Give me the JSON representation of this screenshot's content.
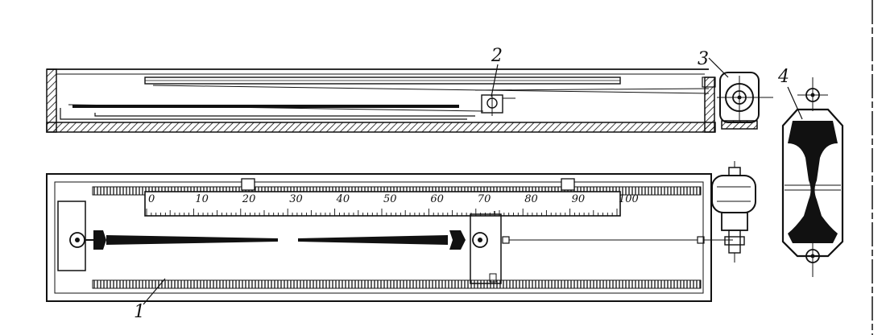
{
  "callouts": {
    "label_1": "1",
    "label_2": "2",
    "label_3": "3",
    "label_4": "4"
  },
  "scale": {
    "tick_labels": [
      "0",
      "10",
      "20",
      "30",
      "40",
      "50",
      "60",
      "70",
      "80",
      "90",
      "100"
    ]
  }
}
